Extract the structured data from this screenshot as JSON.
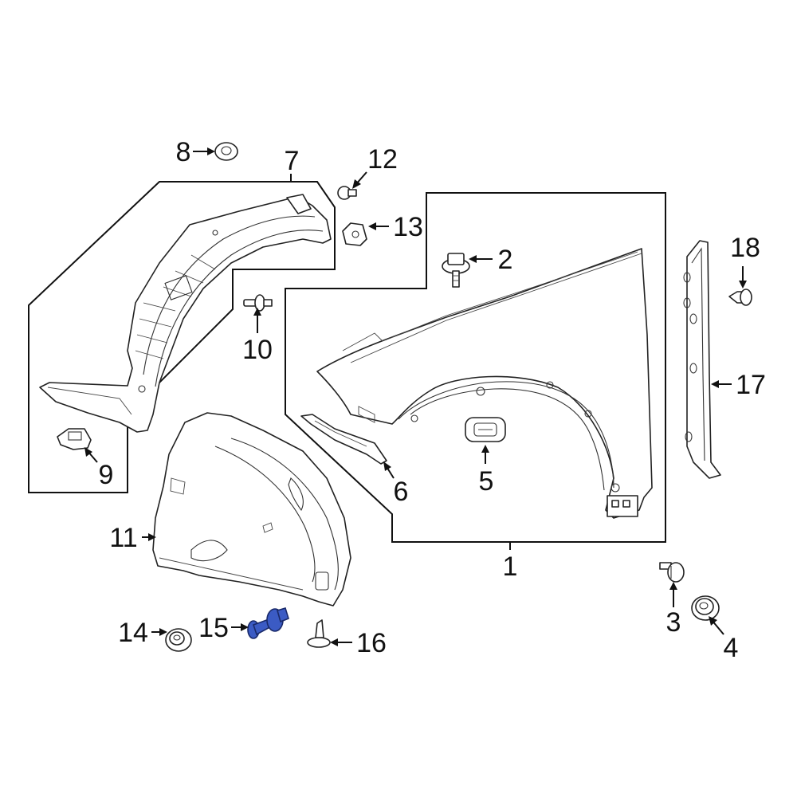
{
  "callouts": {
    "c1": "1",
    "c2": "2",
    "c3": "3",
    "c4": "4",
    "c5": "5",
    "c6": "6",
    "c7": "7",
    "c8": "8",
    "c9": "9",
    "c10": "10",
    "c11": "11",
    "c12": "12",
    "c13": "13",
    "c14": "14",
    "c15": "15",
    "c16": "16",
    "c17": "17",
    "c18": "18"
  },
  "highlight_part": "15",
  "colors": {
    "line": "#111111",
    "highlight": "#3b5bc4"
  }
}
